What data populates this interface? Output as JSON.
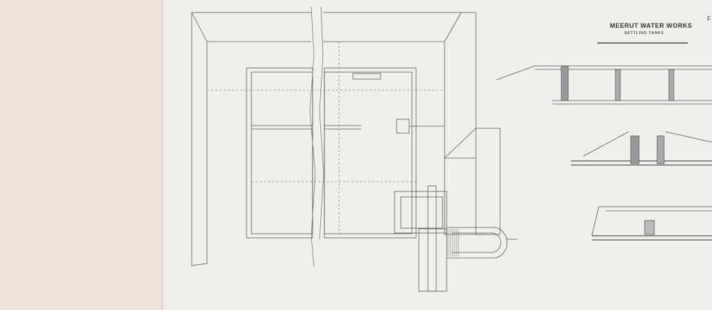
{
  "drawing": {
    "title": "MEERUT WATER WORKS",
    "subtitle": "SETTLING TANKS",
    "plate_letter": "F"
  }
}
